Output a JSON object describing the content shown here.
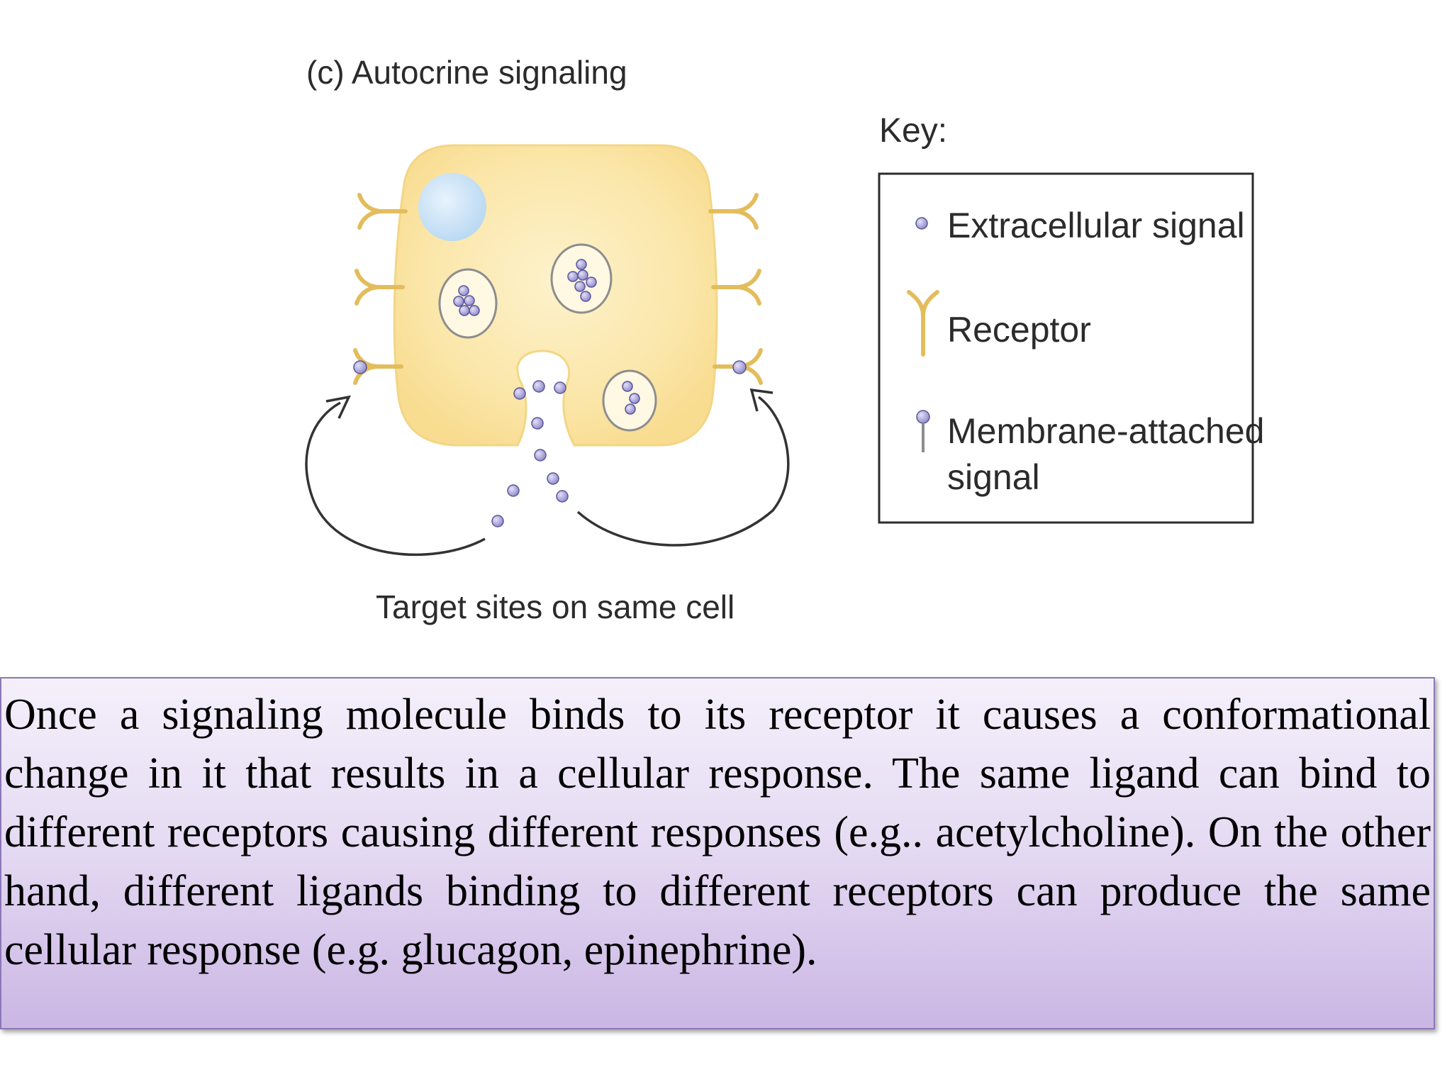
{
  "figure": {
    "title": "(c)  Autocrine signaling",
    "caption": "Target sites on same cell",
    "key": {
      "heading": "Key:",
      "items": [
        {
          "label": "Extracellular signal",
          "icon": "extracellular-signal-icon"
        },
        {
          "label": "Receptor",
          "icon": "receptor-icon"
        },
        {
          "label_line1": "Membrane-attached",
          "label_line2": "signal",
          "icon": "membrane-attached-signal-icon"
        }
      ]
    },
    "colors": {
      "cell_fill": "#fbe9b2",
      "cell_edge": "#f6dc92",
      "nucleus": "#c9e2f7",
      "receptor": "#e8c468",
      "signal": "#9b95d4",
      "vesicle_edge": "#8d8d8d",
      "arrow": "#333333"
    }
  },
  "paragraph": {
    "text": "Once a signaling molecule binds to its receptor it causes a conformational change in it that results in a  cellular response. The same ligand can bind to different receptors causing different responses (e.g.. acetylcholine). On the other hand, different ligands binding to different receptors can produce the  same cellular response (e.g. glucagon, epinephrine)."
  }
}
